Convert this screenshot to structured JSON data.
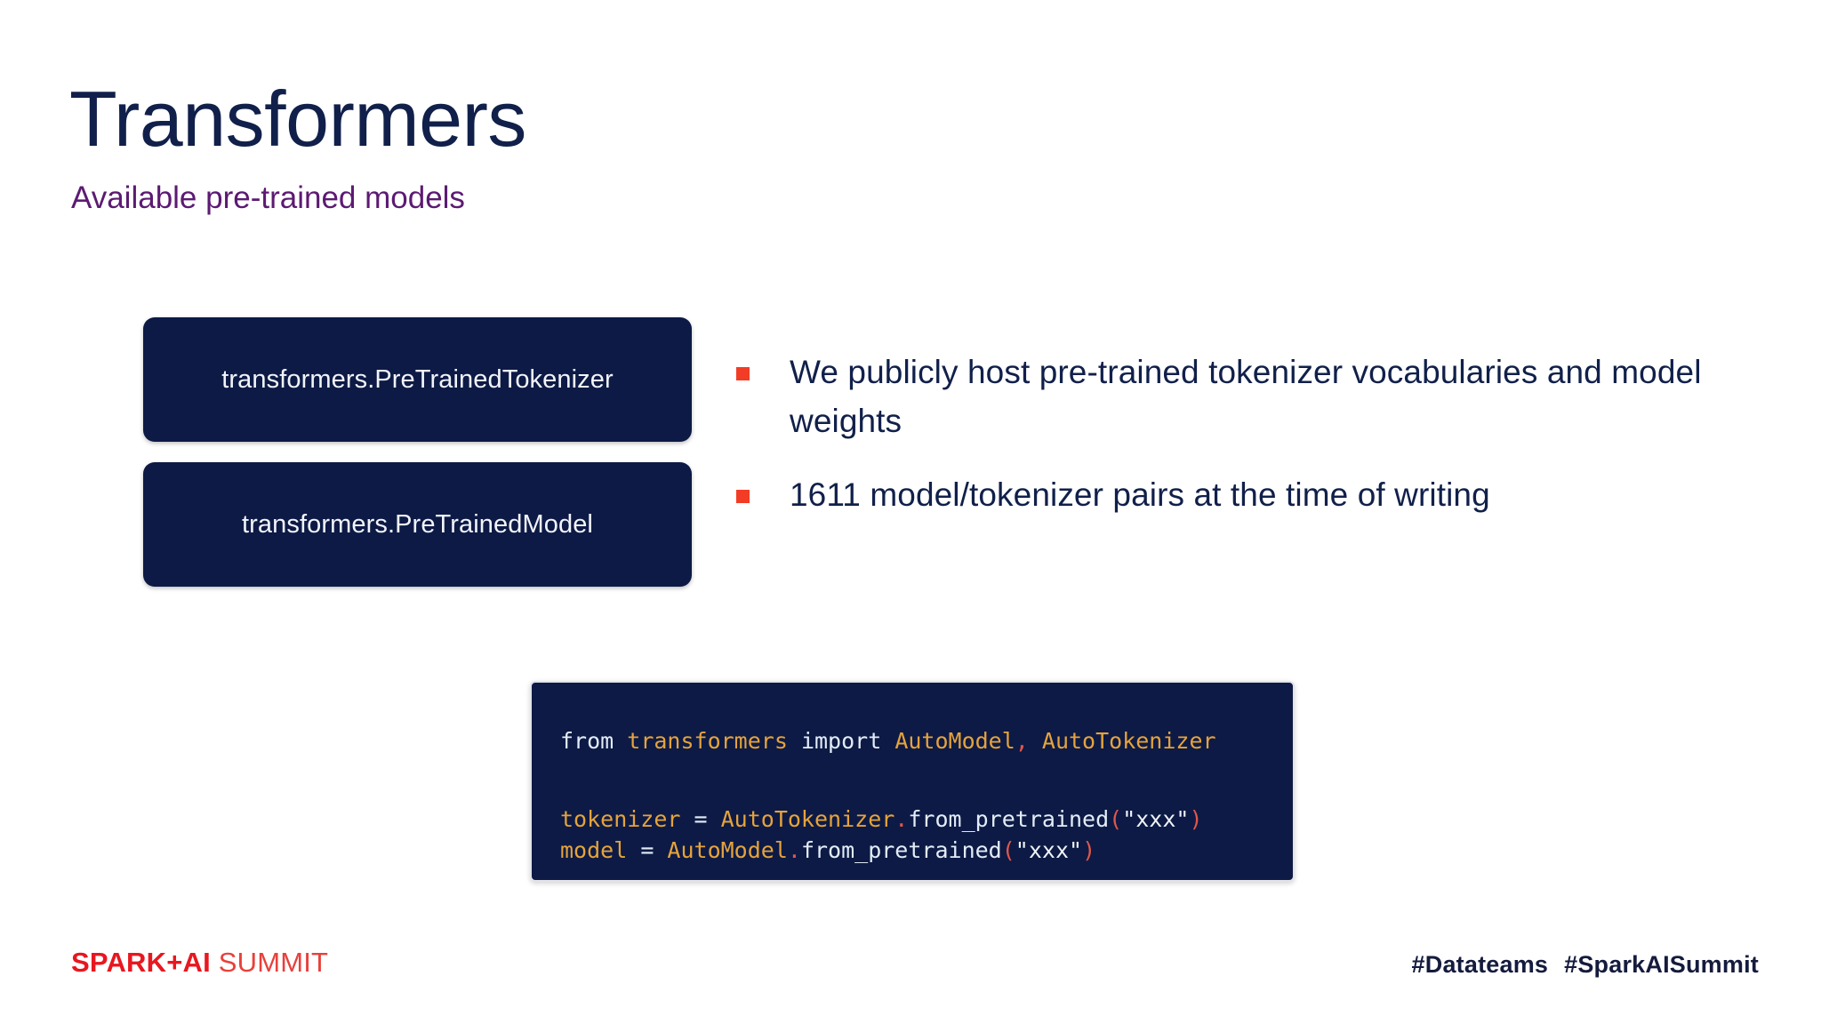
{
  "slide": {
    "background_color": "#ffffff",
    "title": "Transformers",
    "subtitle": "Available pre-trained models",
    "title_color": "#11204A",
    "subtitle_color": "#5C1A72"
  },
  "boxes": [
    {
      "label": "transformers.PreTrainedTokenizer",
      "bg_color": "#0D1A45",
      "text_color": "#F2F4FA"
    },
    {
      "label": "transformers.PreTrainedModel",
      "bg_color": "#0D1A45",
      "text_color": "#F2F4FA"
    }
  ],
  "bullets": {
    "marker_color": "#F33C26",
    "text_color": "#11204A",
    "items": [
      "We publicly host pre-trained tokenizer vocabularies and model weights",
      "1611 model/tokenizer pairs at the time of writing"
    ]
  },
  "code": {
    "bg_color": "#0D1A45",
    "border_color": "#E3E4E8",
    "plain_color": "#E3ECF7",
    "name_color": "#E5A33C",
    "punct_color": "#E0574A",
    "full_text": "from transformers import AutoModel, AutoTokenizer\n\ntokenizer = AutoTokenizer.from_pretrained(\"xxx\")\nmodel = AutoModel.from_pretrained(\"xxx\")",
    "line1": {
      "kw_from": "from ",
      "module": "transformers",
      "kw_import": " import ",
      "name1": "AutoModel",
      "comma": ",",
      "name2": " AutoTokenizer"
    },
    "line2": {
      "var": "tokenizer",
      "eq": " = ",
      "cls": "AutoTokenizer",
      "dot": ".",
      "method": "from_pretrained",
      "open": "(",
      "arg": "\"xxx\"",
      "close": ")"
    },
    "line3": {
      "var": "model",
      "eq": " = ",
      "cls": "AutoModel",
      "dot": ".",
      "method": "from_pretrained",
      "open": "(",
      "arg": "\"xxx\"",
      "close": ")"
    }
  },
  "footer": {
    "logo_bold": "SPARK+AI",
    "logo_light": " SUMMIT",
    "logo_bold_color": "#E8171F",
    "logo_light_color": "#E8403B",
    "hashtag_1": "#Datateams",
    "hashtag_2": "#SparkAISummit",
    "hashtag_color": "#141B3D"
  }
}
